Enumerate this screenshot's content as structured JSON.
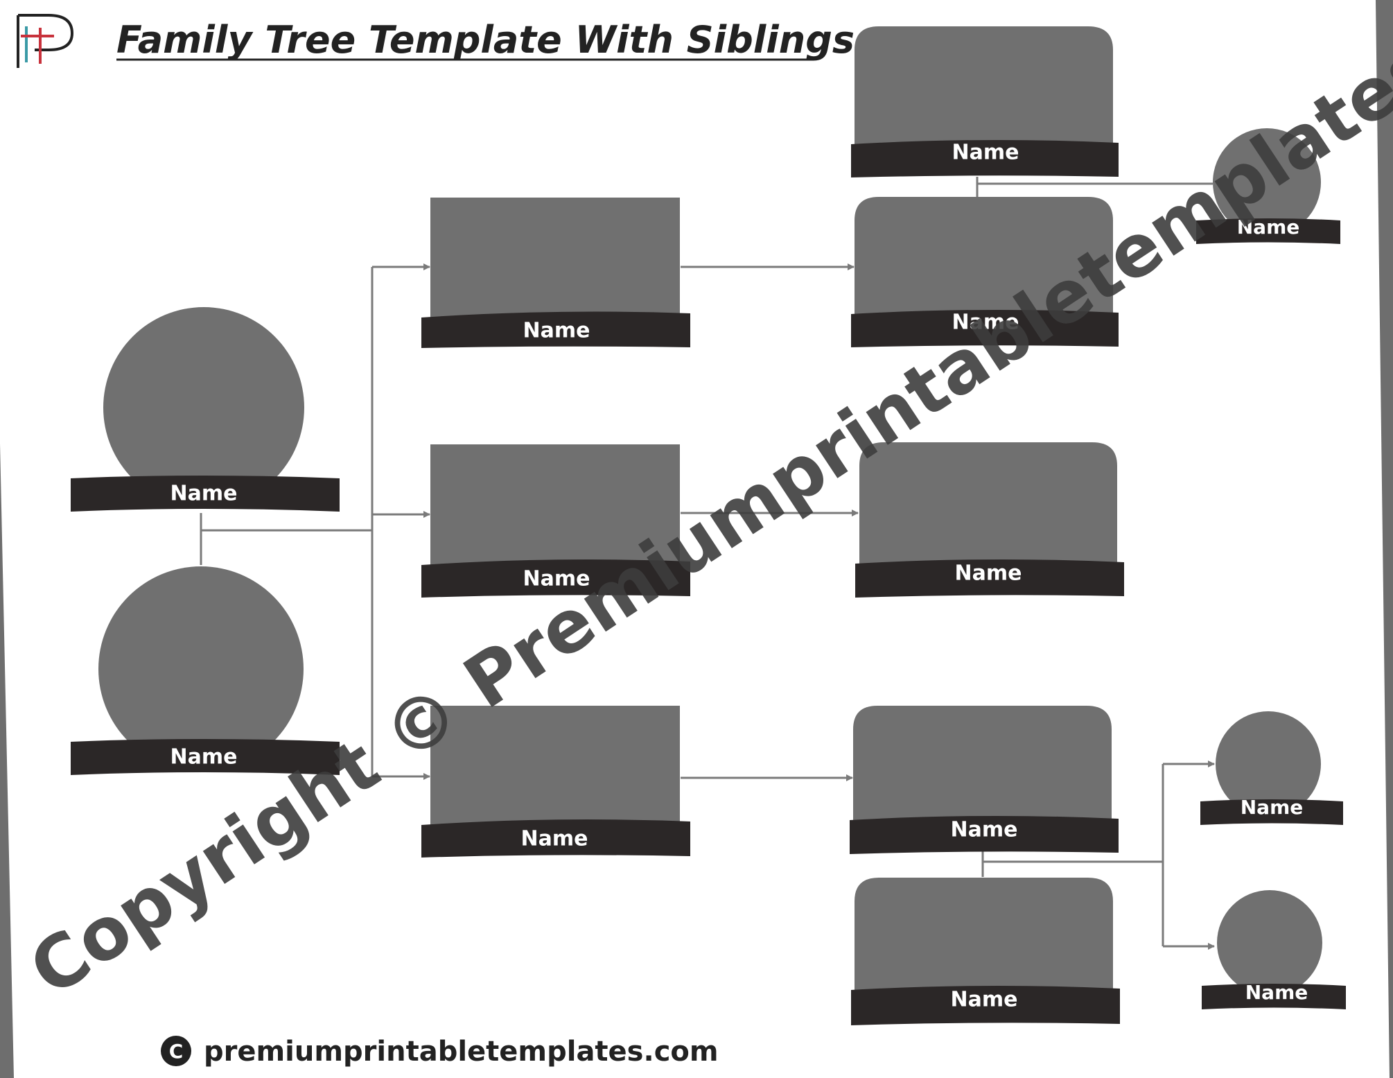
{
  "title": "Family Tree Template With Siblings",
  "footer": {
    "text": "premiumprintabletemplates.com",
    "symbol": "C"
  },
  "watermark": "Copyright © Premiumprintabletemplates.com",
  "logo": {
    "colors": [
      "#c8323c",
      "#3a9aa6",
      "#222222"
    ]
  },
  "colors": {
    "photo": "#707070",
    "banner": "#2b2727",
    "line": "#7a7a7a",
    "text": "#ffffff"
  },
  "members": [
    {
      "id": "parent-1",
      "label": "Name",
      "shape": "circle"
    },
    {
      "id": "parent-2",
      "label": "Name",
      "shape": "circle"
    },
    {
      "id": "child-1",
      "label": "Name",
      "shape": "square"
    },
    {
      "id": "child-2",
      "label": "Name",
      "shape": "square"
    },
    {
      "id": "child-3",
      "label": "Name",
      "shape": "square"
    },
    {
      "id": "child-1-spouse-a",
      "label": "Name",
      "shape": "rounded"
    },
    {
      "id": "child-1-spouse-b",
      "label": "Name",
      "shape": "rounded"
    },
    {
      "id": "child-2-spouse",
      "label": "Name",
      "shape": "rounded"
    },
    {
      "id": "child-3-spouse-a",
      "label": "Name",
      "shape": "rounded"
    },
    {
      "id": "child-3-spouse-b",
      "label": "Name",
      "shape": "rounded"
    },
    {
      "id": "grandchild-1",
      "label": "Name",
      "shape": "circle"
    },
    {
      "id": "grandchild-2",
      "label": "Name",
      "shape": "circle"
    },
    {
      "id": "grandchild-3",
      "label": "Name",
      "shape": "circle"
    }
  ]
}
